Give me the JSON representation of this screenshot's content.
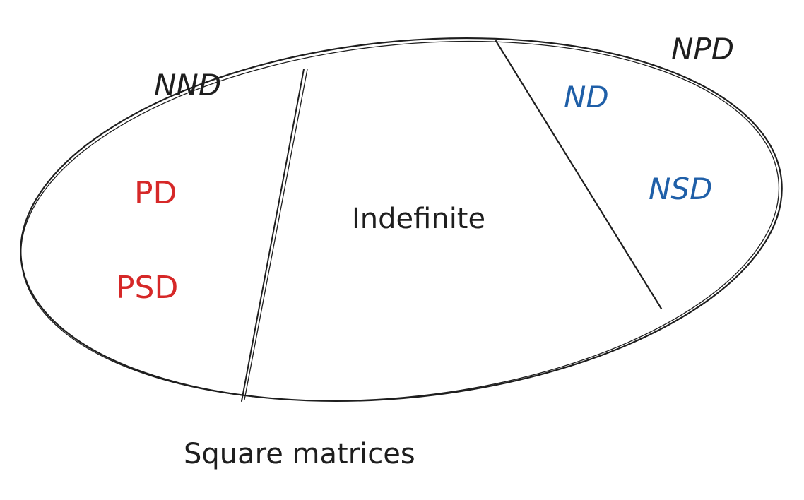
{
  "regions": {
    "nnd": {
      "label": "NND"
    },
    "npd": {
      "label": "NPD"
    },
    "indefinite": {
      "label": "Indefinite"
    },
    "left": {
      "items": [
        {
          "label": "PD"
        },
        {
          "label": "PSD"
        }
      ]
    },
    "right": {
      "items": [
        {
          "label": "ND"
        },
        {
          "label": "NSD"
        }
      ]
    }
  },
  "caption": "Square matrices",
  "colors": {
    "stroke": "#1e1e1e",
    "positive": "#d62828",
    "negative": "#1f5fa8",
    "background": "#ffffff"
  }
}
